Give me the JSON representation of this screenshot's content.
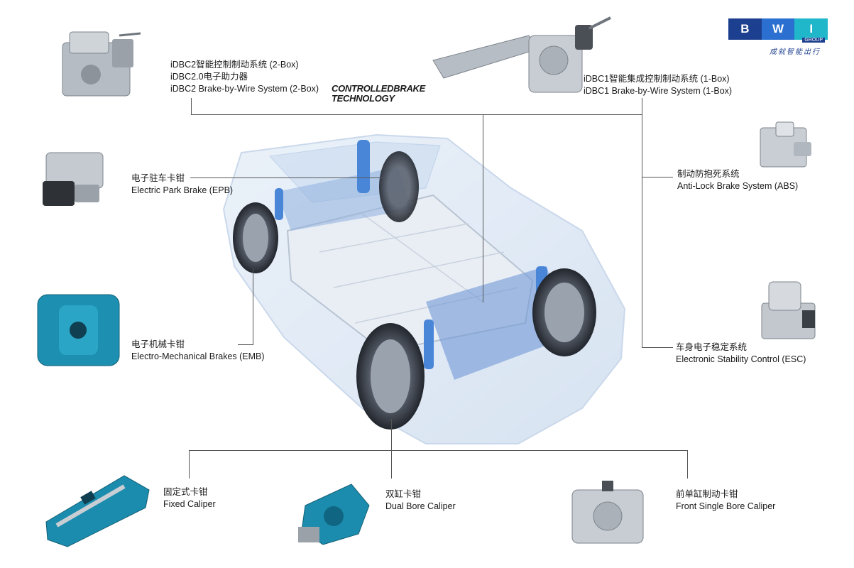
{
  "brand": {
    "logo_letters": [
      "B",
      "W",
      "I"
    ],
    "logo_group": "GROUP",
    "logo_slogan": "成就智能出行",
    "colors": {
      "dark": "#1d3f8f",
      "mid": "#2b6fd0",
      "teal": "#1fb7c9"
    }
  },
  "tech_mark": {
    "line1": "CONTROLLEDBRAKE",
    "line2": "TECHNOLOGY"
  },
  "labels": {
    "idbc2": {
      "cn": "iDBC2智能控制制动系统 (2-Box)",
      "cn2": "iDBC2.0电子助力器",
      "en": "iDBC2 Brake-by-Wire System (2-Box)"
    },
    "idbc1": {
      "cn": "iDBC1智能集成控制制动系统 (1-Box)",
      "en": "iDBC1 Brake-by-Wire System (1-Box)"
    },
    "epb": {
      "cn": "电子驻车卡钳",
      "en": "Electric Park Brake  (EPB)"
    },
    "abs": {
      "cn": "制动防抱死系统",
      "en": " Anti-Lock Brake System  (ABS)"
    },
    "emb": {
      "cn": "电子机械卡钳",
      "en": "Electro-Mechanical Brakes (EMB)"
    },
    "esc": {
      "cn": "车身电子稳定系统",
      "en": "Electronic Stability Control  (ESC)"
    },
    "fixed": {
      "cn": "固定式卡钳",
      "en": "Fixed Caliper"
    },
    "dual": {
      "cn": "双缸卡钳",
      "en": "Dual Bore Caliper"
    },
    "front": {
      "cn": "前单缸制动卡钳",
      "en": "Front Single Bore Caliper"
    }
  }
}
